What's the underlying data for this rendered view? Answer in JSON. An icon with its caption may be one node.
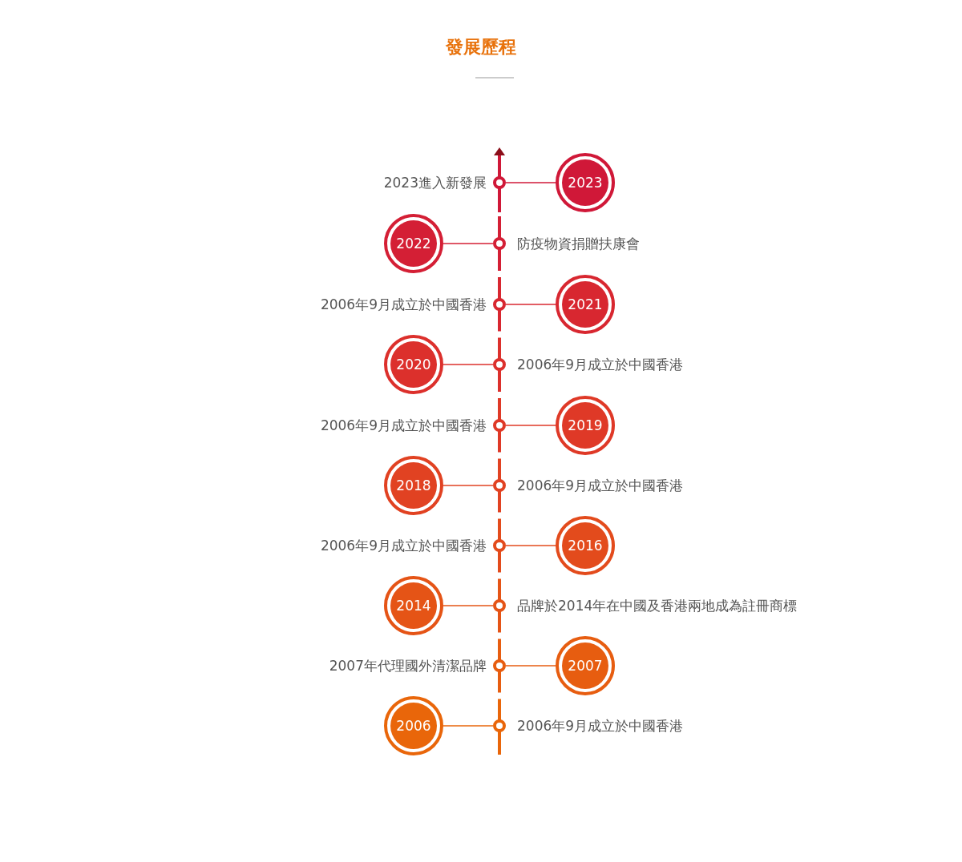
{
  "diagram": {
    "title": "發展歷程",
    "nodes": [
      {
        "text": [],
        "shape": "circle",
        "beside": [
          "2023進入新發展"
        ]
      },
      {
        "text": [
          "2023"
        ]
      },
      {
        "text": [
          "2022"
        ]
      },
      {
        "text": [],
        "shape": "circle",
        "beside": [
          "防疫物資捐贈扶康會"
        ]
      },
      {
        "text": [],
        "shape": "circle",
        "beside": [
          "2006年9月成立於中國香港"
        ]
      },
      {
        "text": [
          "2021"
        ]
      },
      {
        "text": [
          "2020"
        ]
      },
      {
        "text": [],
        "shape": "circle",
        "beside": [
          "2006年9月成立於中國香港"
        ]
      },
      {
        "text": [],
        "shape": "circle",
        "beside": [
          "2006年9月成立於中國香港"
        ]
      },
      {
        "text": [
          "2019"
        ]
      },
      {
        "text": [
          "2018"
        ]
      },
      {
        "text": [],
        "shape": "circle",
        "beside": [
          "2006年9月成立於中國香港"
        ]
      },
      {
        "text": [],
        "shape": "circle",
        "beside": [
          "2006年9月成立於中國香港"
        ]
      },
      {
        "text": [
          "2016"
        ]
      },
      {
        "text": [
          "2014"
        ]
      },
      {
        "text": [],
        "shape": "circle",
        "beside": [
          "品牌於2014年在中國及香港兩地成為註冊商標"
        ]
      },
      {
        "text": [],
        "shape": "circle",
        "beside": [
          "2007年代理國外清潔品牌"
        ]
      },
      {
        "text": [
          "2007"
        ]
      },
      {
        "text": [
          "2006"
        ]
      },
      {
        "text": [],
        "shape": "circle",
        "beside": [
          "2006年9月成立於中國香港"
        ]
      }
    ],
    "edges": [
      {
        "from": 1,
        "to": 0,
        "arrow": "none",
        "color": "#d01838"
      },
      {
        "from": 2,
        "to": 3,
        "arrow": "none",
        "color": "#d41f35"
      },
      {
        "from": 5,
        "to": 4,
        "arrow": "none",
        "color": "#d82730"
      },
      {
        "from": 6,
        "to": 7,
        "arrow": "none",
        "color": "#dc302c"
      },
      {
        "from": 9,
        "to": 8,
        "arrow": "none",
        "color": "#df3927"
      },
      {
        "from": 10,
        "to": 11,
        "arrow": "none",
        "color": "#e14222"
      },
      {
        "from": 13,
        "to": 12,
        "arrow": "none",
        "color": "#e34b1c"
      },
      {
        "from": 14,
        "to": 15,
        "arrow": "none",
        "color": "#e55416"
      },
      {
        "from": 17,
        "to": 16,
        "arrow": "none",
        "color": "#e75d10"
      },
      {
        "from": 18,
        "to": 19,
        "arrow": "none",
        "color": "#e9660a"
      }
    ]
  }
}
